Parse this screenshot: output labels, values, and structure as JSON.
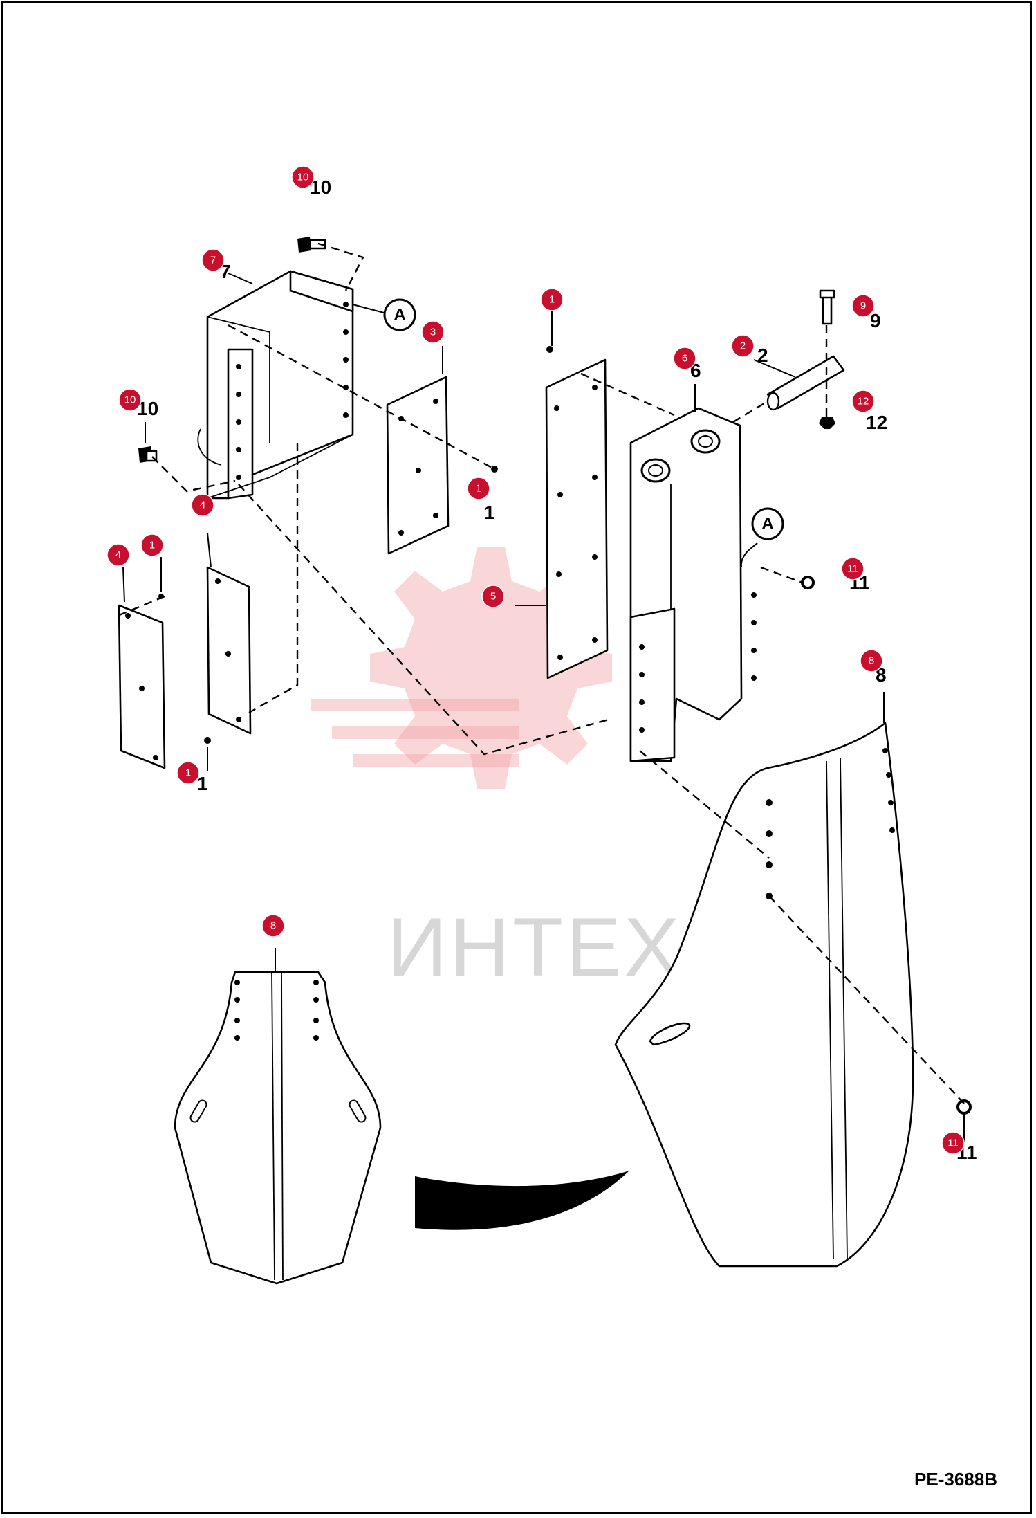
{
  "drawing_code": "PE-3688B",
  "watermark": "ИНТЕХ",
  "reference_marker": "A",
  "item_labels": [
    {
      "id": "i10a",
      "label": "10",
      "printed": "10"
    },
    {
      "id": "i7",
      "label": "7",
      "printed": "7"
    },
    {
      "id": "i3",
      "label": "3",
      "printed": ""
    },
    {
      "id": "i10b",
      "label": "10",
      "printed": "10"
    },
    {
      "id": "i1a",
      "label": "1",
      "printed": "1"
    },
    {
      "id": "i4a",
      "label": "4",
      "printed": ""
    },
    {
      "id": "i4b",
      "label": "4",
      "printed": ""
    },
    {
      "id": "i1b",
      "label": "1",
      "printed": ""
    },
    {
      "id": "i1c",
      "label": "1",
      "printed": "1"
    },
    {
      "id": "i1d",
      "label": "1",
      "printed": ""
    },
    {
      "id": "i6",
      "label": "6",
      "printed": "6"
    },
    {
      "id": "i2",
      "label": "2",
      "printed": "2"
    },
    {
      "id": "i9",
      "label": "9",
      "printed": "9"
    },
    {
      "id": "i12",
      "label": "12",
      "printed": "12"
    },
    {
      "id": "i11a",
      "label": "11",
      "printed": "11"
    },
    {
      "id": "i5",
      "label": "5",
      "printed": ""
    },
    {
      "id": "i8a",
      "label": "8",
      "printed": "8"
    },
    {
      "id": "i8b",
      "label": "8",
      "printed": ""
    },
    {
      "id": "i11b",
      "label": "11",
      "printed": "11"
    }
  ]
}
